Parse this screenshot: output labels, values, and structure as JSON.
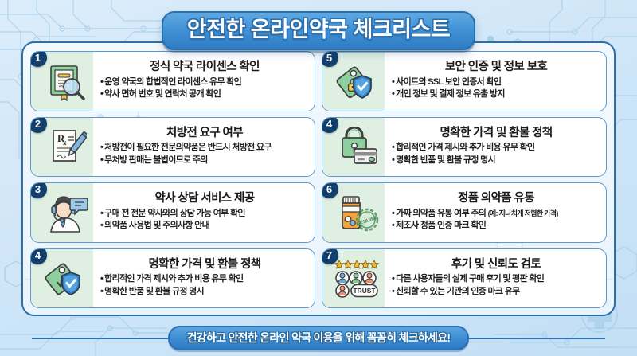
{
  "header": {
    "title": "안전한 온라인약국 체크리스트"
  },
  "footer": {
    "text": "건강하고 안전한 온라인 약국 이용을 위해 꼼꼼히 체크하세요!"
  },
  "theme": {
    "background": "#cfe6f8",
    "panel_border": "#2f6fa8",
    "banner_blue": "#3f8fd4",
    "number_badge": "#123f6b",
    "icon_panel_green": "#dff0e3",
    "card_border": "#5b9ad0",
    "text_dark": "#1a1a1a"
  },
  "left_column": [
    {
      "number": "1",
      "icon": "certificate-magnifier-icon",
      "title": "정식 약국 라이센스 확인",
      "bullets": [
        "운영 약국의 합법적인 라이센스 유무 확인",
        "약사 면허 번호 및 연락처 공개 확인"
      ]
    },
    {
      "number": "2",
      "icon": "prescription-pen-icon",
      "title": "처방전 요구 여부",
      "bullets": [
        "처방전이 필요한 전문의약품은 반드시 처방전 요구",
        "무처방 판매는 불법이므로 주의"
      ]
    },
    {
      "number": "3",
      "icon": "pharmacist-headset-icon",
      "title": "약사 상담 서비스 제공",
      "bullets": [
        "구매 전 전문 약사와의 상담 가능 여부 확인",
        "의약품 사용법 및 주의사항 안내"
      ]
    },
    {
      "number": "4",
      "icon": "price-tag-shield-icon",
      "title": "명확한 가격 및 환불 정책",
      "bullets": [
        "합리적인 가격 제시와 추가 비용 유무 확인",
        "명확한 반품 및 환불 규정 명시"
      ]
    }
  ],
  "right_column": [
    {
      "number": "5",
      "icon": "lock-tag-shield-icon",
      "title": "보안 인증 및 정보 보호",
      "bullets": [
        "사이트의 SSL 보안 인증서 확인",
        "개인 정보 및 결제 정보 유출 방지"
      ]
    },
    {
      "number": "4",
      "icon": "padlock-creditcard-icon",
      "title": "명확한 가격 및 환불 정책",
      "bullets": [
        "합리적인 가격 제시와 추가 비용 유무 확인",
        "명확한 반품 및 환불 규정 명시"
      ]
    },
    {
      "number": "6",
      "icon": "pill-bottle-genuine-stamp-icon",
      "title": "정품 의약품 유통",
      "bullets": [
        "가짜 의약품 유통 여부 주의",
        "제조사 정품 인증 마크 확인"
      ],
      "bullet_note": "(예: 지나치게 저렴한 가격)"
    },
    {
      "number": "7",
      "icon": "stars-users-trust-icon",
      "title": "후기 및 신뢰도 검토",
      "bullets": [
        "다른 사용자들의 실제 구매 후기 및 평판 확인",
        "신뢰할 수 있는 기관의 인증 마크 유무"
      ],
      "trust_label": "TRUST"
    }
  ]
}
